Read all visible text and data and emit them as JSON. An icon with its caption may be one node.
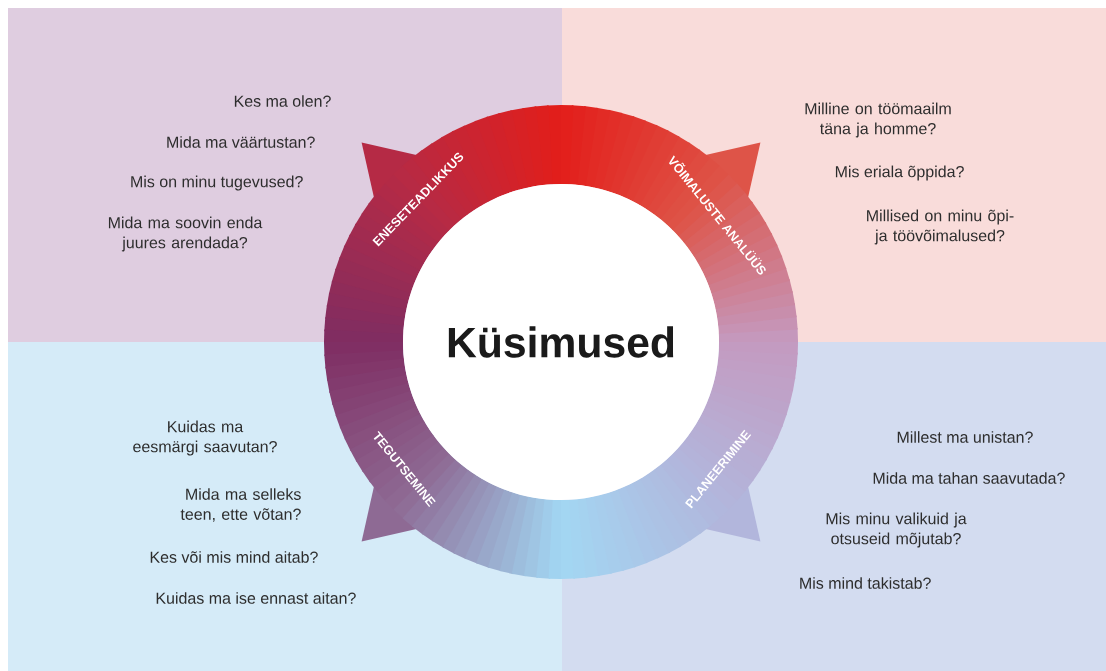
{
  "diagram": {
    "nodes": [
      {
        "text": [
          "Kes ma olen?",
          "Mida ma väärtustan?",
          "Mis on minu tugevused?",
          "Mida ma soovin enda juures arendada?"
        ]
      },
      {
        "text": [
          "Milline on töömaailm täna ja homme?",
          "Mis eriala õppida?",
          "Millised on minu õpi- ja töövõimalused?"
        ]
      },
      {
        "text": [
          "Kuidas ma eesmärgi saavutan?",
          "Mida ma selleks teen, ette võtan?",
          "Kes või mis mind aitab?",
          "Kuidas ma ise ennast aitan?"
        ]
      },
      {
        "text": [
          "Millest ma unistan?",
          "Mida ma tahan saavutada?",
          "Mis minu valikuid ja otsuseid mõjutab?",
          "Mis mind takistab?"
        ]
      },
      {
        "text": [
          "ENESETEADLIKKUS"
        ],
        "in": 0
      },
      {
        "text": [
          "VÕIMALUSTE ANALÜÜS"
        ],
        "in": 1
      },
      {
        "text": [
          "TEGUTSEMINE"
        ],
        "in": 2
      },
      {
        "text": [
          "PLANEERIMINE"
        ],
        "in": 3
      },
      {
        "text": [
          "Küsimused"
        ]
      }
    ]
  }
}
